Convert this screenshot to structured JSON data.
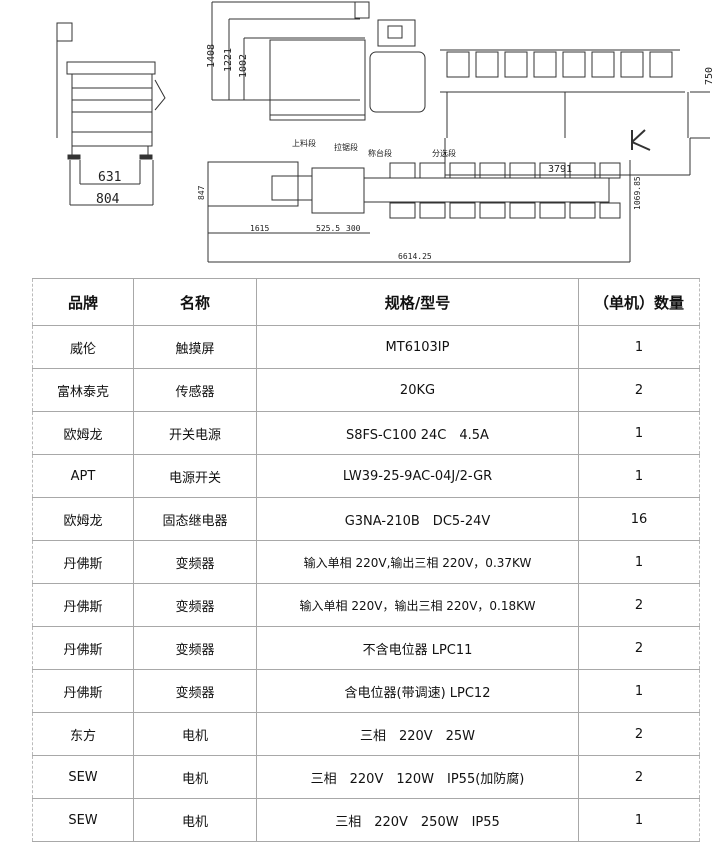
{
  "drawing": {
    "side_dims": [
      "631",
      "804"
    ],
    "front_dims": [
      "1408",
      "1221",
      "1002",
      "750",
      "3791"
    ],
    "plan_labels": [
      "上料段",
      "拉锯段",
      "称台段",
      "分选段"
    ],
    "plan_dims": [
      "847",
      "1615",
      "525.5",
      "300",
      "1069.85",
      "6614.25"
    ]
  },
  "table": {
    "headers": [
      "品牌",
      "名称",
      "规格/型号",
      "（单机）数量"
    ],
    "rows": [
      [
        "威伦",
        "触摸屏",
        "MT6103IP",
        "1"
      ],
      [
        "富林泰克",
        "传感器",
        "20KG",
        "2"
      ],
      [
        "欧姆龙",
        "开关电源",
        "S8FS-C100 24C　4.5A",
        "1"
      ],
      [
        "APT",
        "电源开关",
        "LW39-25-9AC-04J/2-GR",
        "1"
      ],
      [
        "欧姆龙",
        "固态继电器",
        "G3NA-210B　DC5-24V",
        "16"
      ],
      [
        "丹佛斯",
        "变频器",
        "输入单相 220V,输出三相 220V，0.37KW",
        "1"
      ],
      [
        "丹佛斯",
        "变频器",
        "输入单相 220V，输出三相 220V，0.18KW",
        "2"
      ],
      [
        "丹佛斯",
        "变频器",
        "不含电位器 LPC11",
        "2"
      ],
      [
        "丹佛斯",
        "变频器",
        "含电位器(带调速) LPC12",
        "1"
      ],
      [
        "东方",
        "电机",
        "三相　220V　25W",
        "2"
      ],
      [
        "SEW",
        "电机",
        "三相　220V　120W　IP55(加防腐)",
        "2"
      ],
      [
        "SEW",
        "电机",
        "三相　220V　250W　IP55",
        "1"
      ]
    ]
  }
}
